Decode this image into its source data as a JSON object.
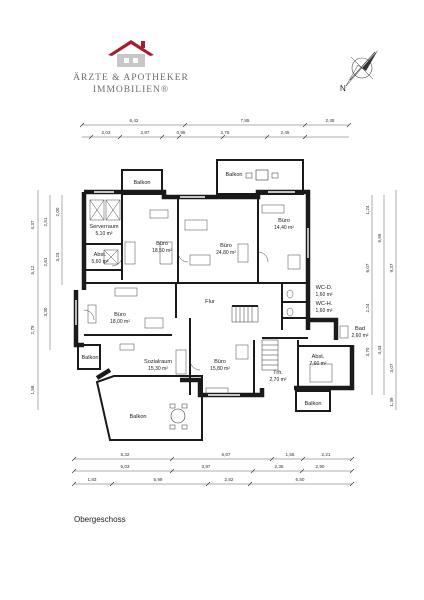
{
  "logo": {
    "line1": "ÄRZTE & APOTHEKER",
    "line2": "IMMOBILIEN®",
    "roof_color": "#a31f2e",
    "house_color": "#c7c7c7"
  },
  "compass": {
    "north_label": "N"
  },
  "floor_label": "Obergeschoss",
  "rooms": {
    "serverraum": {
      "name": "Serverraum",
      "area": "5,10 m²"
    },
    "abst_left": {
      "name": "Abst.",
      "area": "5,60 m²"
    },
    "buero1": {
      "name": "Büro",
      "area": "18,50 m²"
    },
    "buero2": {
      "name": "Büro",
      "area": "24,80 m²"
    },
    "buero3": {
      "name": "Büro",
      "area": "14,40 m²"
    },
    "buero4": {
      "name": "Büro",
      "area": "18,00 m²"
    },
    "sozialraum": {
      "name": "Sozialraum",
      "area": "15,30 m²"
    },
    "buero5": {
      "name": "Büro",
      "area": "15,80 m²"
    },
    "trh": {
      "name": "Trh.",
      "area": "2,70 m²"
    },
    "abst_right": {
      "name": "Abst.",
      "area": "7,60 m²"
    },
    "wc_d": {
      "name": "WC-D.",
      "area": "1,60 m²"
    },
    "wc_h": {
      "name": "WC-H.",
      "area": "1,60 m²"
    },
    "bad": {
      "name": "Bad",
      "area": "2,60 m²"
    },
    "flur": {
      "name": "Flur"
    }
  },
  "balconies": {
    "top_left": "Balkon",
    "top_right": "Balkon",
    "left": "Balkon",
    "bottom_left": "Balkon",
    "bottom_right": "Balkon"
  },
  "dimensions": {
    "top_total": [
      "6,42",
      "7,85",
      "2,45"
    ],
    "top_detail": [
      "2,03",
      "2,87",
      "0,95",
      "2,75",
      "2,45"
    ],
    "bottom_row1": [
      "5,32",
      "6,67",
      "1,55",
      "2,21"
    ],
    "bottom_row2": [
      "5,03",
      "3,97",
      "2,35",
      "2,90"
    ],
    "bottom_row3": [
      "1,83",
      "5,99",
      "2,82",
      "6,50"
    ],
    "left_outer": [
      "4,37",
      "5,12",
      "2,79",
      "1,58"
    ],
    "left_inner": [
      "2,51",
      "2,61",
      "3,30"
    ],
    "left_innermost": [
      "2,00",
      "3,23"
    ],
    "right_inner": [
      "1,24",
      "6,07",
      "2,24",
      "3,70"
    ],
    "right_mid": [
      "5,55",
      "4,43"
    ],
    "right_outer": [
      "9,37",
      "3,07",
      "1,39"
    ]
  }
}
